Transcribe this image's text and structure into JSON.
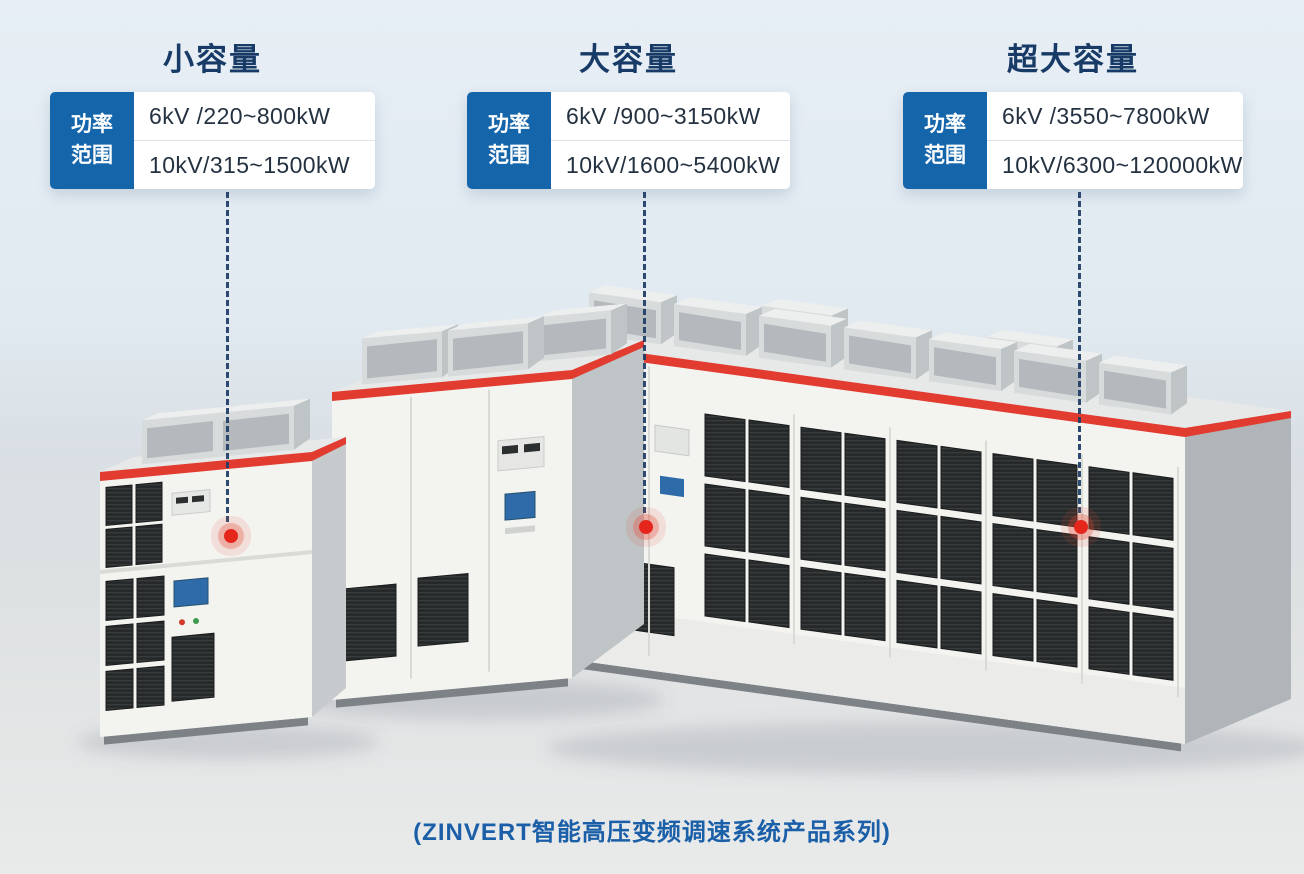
{
  "caption": "(ZINVERT智能高压变频调速系统产品系列)",
  "colors": {
    "accent_blue": "#1565ab",
    "title_navy": "#173a66",
    "marker_red": "#e5261d",
    "cabinet_stripe_red": "#e23b30",
    "connector_navy": "#1d3c66"
  },
  "products": [
    {
      "title": "小容量",
      "range_label": "功率范围",
      "range_label_lines": [
        "功率",
        "范围"
      ],
      "ranges": [
        "6kV /220~800kW",
        "10kV/315~1500kW"
      ]
    },
    {
      "title": "大容量",
      "range_label": "功率范围",
      "range_label_lines": [
        "功率",
        "范围"
      ],
      "ranges": [
        "6kV /900~3150kW",
        "10kV/1600~5400kW"
      ]
    },
    {
      "title": "超大容量",
      "range_label": "功率范围",
      "range_label_lines": [
        "功率",
        "范围"
      ],
      "ranges": [
        "6kV /3550~7800kW",
        "10kV/6300~120000kW"
      ]
    }
  ],
  "illustration": {
    "description": "Three ZINVERT medium-voltage variable-frequency drive cabinet lineups (small, large, extra-large capacity) shown on a showroom floor, each tagged with a red callout marker"
  }
}
